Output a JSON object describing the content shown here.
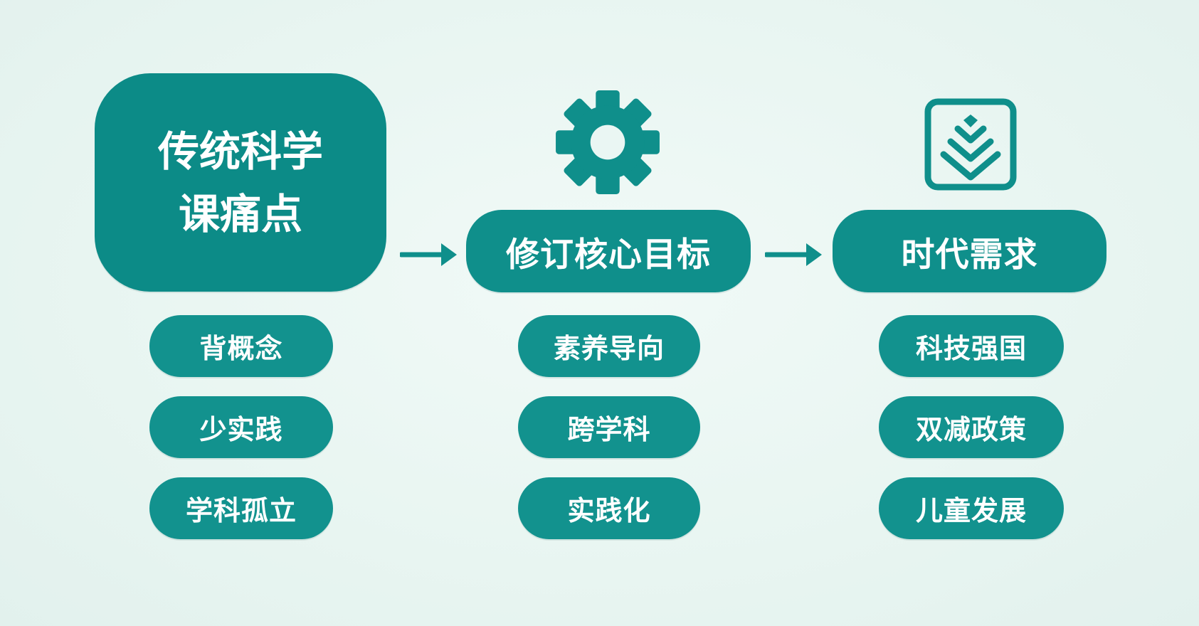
{
  "colors": {
    "background": "#e8f5f1",
    "node": "#0f8f8b",
    "text": "#ffffff",
    "arrow": "#0f8f8b"
  },
  "icons": {
    "first": "none",
    "second": "gear-icon",
    "third": "layered-chevron-badge-icon"
  },
  "columns": [
    {
      "title_lines": [
        "传统科学",
        "课痛点"
      ],
      "items": [
        "背概念",
        "少实践",
        "学科孤立"
      ]
    },
    {
      "title": "修订核心目标",
      "items": [
        "素养导向",
        "跨学科",
        "实践化"
      ]
    },
    {
      "title": "时代需求",
      "items": [
        "科技强国",
        "双减政策",
        "儿童发展"
      ]
    }
  ]
}
